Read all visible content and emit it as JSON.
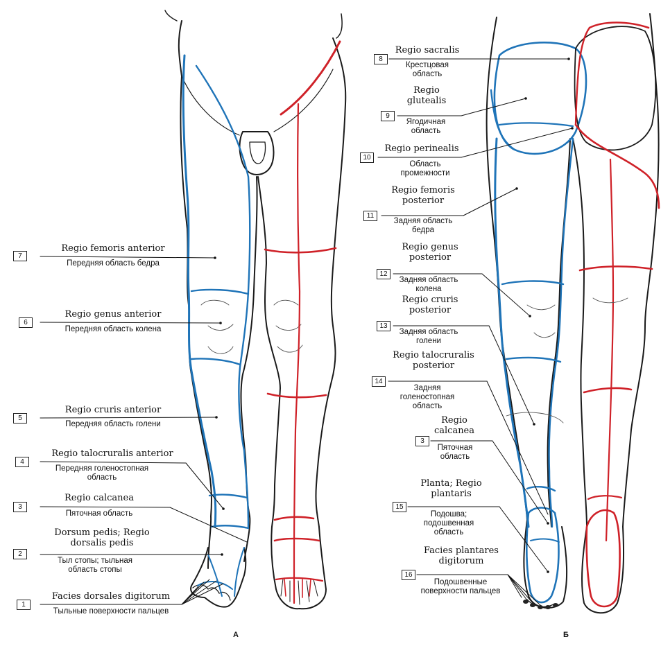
{
  "colors": {
    "blue": "#1f74b8",
    "red": "#cf2128",
    "outline": "#1a1a1a"
  },
  "panels": {
    "left": "А",
    "right": "Б"
  },
  "left_labels": [
    {
      "num": "7",
      "latin": "Regio femoris anterior",
      "russian": "Передняя область бедра"
    },
    {
      "num": "6",
      "latin": "Regio genus anterior",
      "russian": "Передняя область колена"
    },
    {
      "num": "5",
      "latin": "Regio cruris anterior",
      "russian": "Передняя область голени"
    },
    {
      "num": "4",
      "latin": "Regio talocruralis anterior",
      "russian": "Передняя голеностопная область"
    },
    {
      "num": "3",
      "latin": "Regio calcanea",
      "russian": "Пяточная область"
    },
    {
      "num": "2",
      "latin": "Dorsum pedis; Regio dorsalis pedis",
      "russian": "Тыл стопы; тыльная область стопы"
    },
    {
      "num": "1",
      "latin": "Facies dorsales digitorum",
      "russian": "Тыльные поверхности пальцев"
    }
  ],
  "right_labels": [
    {
      "num": "8",
      "latin": "Regio sacralis",
      "russian": "Крестцовая область"
    },
    {
      "num": "9",
      "latin": "Regio glutealis",
      "russian": "Ягодичная область"
    },
    {
      "num": "10",
      "latin": "Regio perinealis",
      "russian": "Область промежности"
    },
    {
      "num": "11",
      "latin": "Regio femoris posterior",
      "russian": "Задняя область бедра"
    },
    {
      "num": "12",
      "latin": "Regio genus posterior",
      "russian": "Задняя область колена"
    },
    {
      "num": "13",
      "latin": "Regio cruris posterior",
      "russian": "Задняя область голени"
    },
    {
      "num": "14",
      "latin": "Regio talocruralis posterior",
      "russian": "Задняя голеностопная область"
    },
    {
      "num": "3",
      "latin": "Regio calcanea",
      "russian": "Пяточная область"
    },
    {
      "num": "15",
      "latin": "Planta; Regio plantaris",
      "russian": "Подошва; подошвенная область"
    },
    {
      "num": "16",
      "latin": "Facies plantares digitorum",
      "russian": "Подошвенные поверхности пальцев"
    }
  ]
}
